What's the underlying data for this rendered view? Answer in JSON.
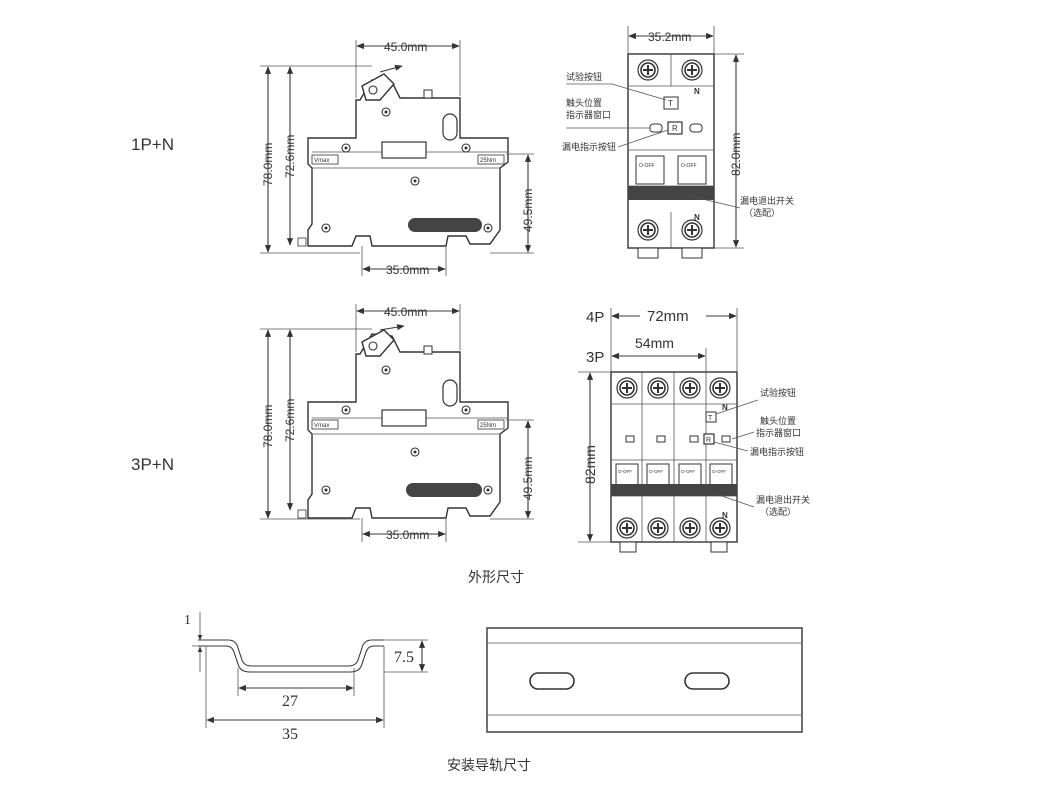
{
  "labels": {
    "variant_1pn": "1P+N",
    "variant_3pn": "3P+N",
    "outline_caption": "外形尺寸",
    "rail_caption": "安装导轨尺寸"
  },
  "dims_side": {
    "width_top": "45.0mm",
    "height_total": "78.0mm",
    "height_inner": "72.6mm",
    "height_right": "49.5mm",
    "width_bottom": "35.0mm"
  },
  "dims_front_1pn": {
    "width": "35.2mm",
    "height": "82.0mm"
  },
  "dims_front_3pn": {
    "label_4p": "4P",
    "width_4p": "72mm",
    "label_3p": "3P",
    "width_3p": "54mm",
    "height": "82mm"
  },
  "callouts": {
    "test_button": "试验按钮",
    "contact_window_l1": "触头位置",
    "contact_window_l2": "指示器窗口",
    "leak_indicator": "漏电指示按钮",
    "leak_switch_l1": "漏电退出开关",
    "leak_switch_l2": "（选配）"
  },
  "markings": {
    "neutral": "N",
    "test": "T",
    "reset": "R",
    "off": "O-OFF",
    "vmax": "Vmax",
    "rating": "25Nm"
  },
  "rail": {
    "thickness": "1",
    "depth": "7.5",
    "inner_width": "27",
    "outer_width": "35"
  }
}
